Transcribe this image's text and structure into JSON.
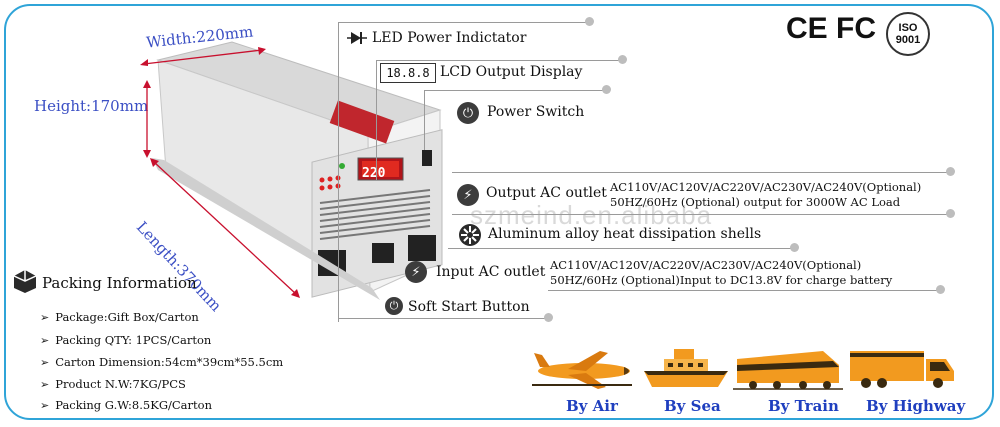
{
  "dimensions": {
    "width": "Width:220mm",
    "height": "Height:170mm",
    "length": "Length:370mm"
  },
  "features": {
    "led": "LED Power Indictator",
    "lcd": "LCD Output Display",
    "power": "Power Switch",
    "output_title": "Output AC outlet",
    "output_line1": "AC110V/AC120V/AC220V/AC230V/AC240V(Optional)",
    "output_line2": "50HZ/60Hz (Optional) output for 3000W AC Load",
    "shell": "Aluminum alloy heat dissipation shells",
    "input_title": "Input AC outlet",
    "input_line1": "AC110V/AC120V/AC220V/AC230V/AC240V(Optional)",
    "input_line2": "50HZ/60Hz (Optional)Input to DC13.8V for charge battery",
    "soft_start": "Soft Start Button"
  },
  "lcd_icon_text": "18.8.8",
  "device_display": "220",
  "watermark": "szmeind.en.alibaba",
  "packing": {
    "title": "Packing Information",
    "items": [
      "Package:Gift Box/Carton",
      "Packing QTY: 1PCS/Carton",
      "Carton Dimension:54cm*39cm*55.5cm",
      "Product N.W:7KG/PCS",
      "Packing G.W:8.5KG/Carton"
    ]
  },
  "certs": {
    "ce": "CE",
    "fc": "FC",
    "iso_top": "ISO",
    "iso_num": "9001"
  },
  "transport": {
    "air": "By Air",
    "sea": "By Sea",
    "train": "By Train",
    "highway": "By Highway"
  },
  "colors": {
    "frame": "#2fa4d8",
    "dimension_text": "#3b4fc4",
    "transport_text": "#1f3fbf",
    "orange": "#f29a1f"
  }
}
